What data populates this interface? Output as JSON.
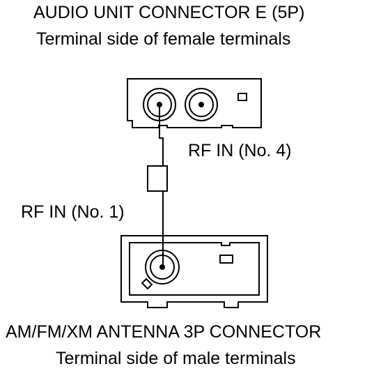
{
  "top_connector": {
    "title": "AUDIO UNIT CONNECTOR E (5P)",
    "subtitle": "Terminal side of female terminals"
  },
  "bottom_connector": {
    "title": "AM/FM/XM ANTENNA 3P CONNECTOR",
    "subtitle": "Terminal side of male terminals"
  },
  "wire_labels": {
    "top_terminal": "RF IN (No. 4)",
    "bottom_terminal": "RF IN (No. 1)"
  },
  "colors": {
    "line": "#000000",
    "background": "#ffffff"
  }
}
